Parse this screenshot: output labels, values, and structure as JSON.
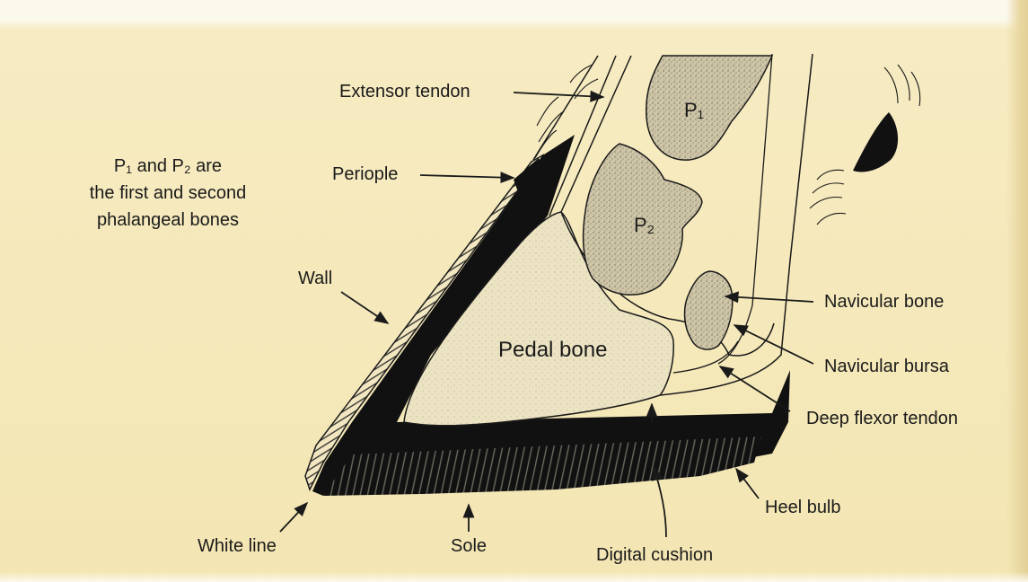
{
  "note": {
    "line1": "P₁ and P₂ are",
    "line2": "the first and second",
    "line3": "phalangeal bones"
  },
  "bones": {
    "p1": "P₁",
    "p2": "P₂",
    "pedal": "Pedal bone"
  },
  "labels": {
    "extensor_tendon": "Extensor tendon",
    "periople": "Periople",
    "wall": "Wall",
    "navicular_bone": "Navicular bone",
    "navicular_bursa": "Navicular bursa",
    "deep_flexor_tendon": "Deep flexor tendon",
    "heel_bulb": "Heel bulb",
    "white_line": "White line",
    "sole": "Sole",
    "digital_cushion": "Digital cushion"
  },
  "colors": {
    "paper": "#f4e6b4",
    "ink": "#1a1a1a"
  }
}
